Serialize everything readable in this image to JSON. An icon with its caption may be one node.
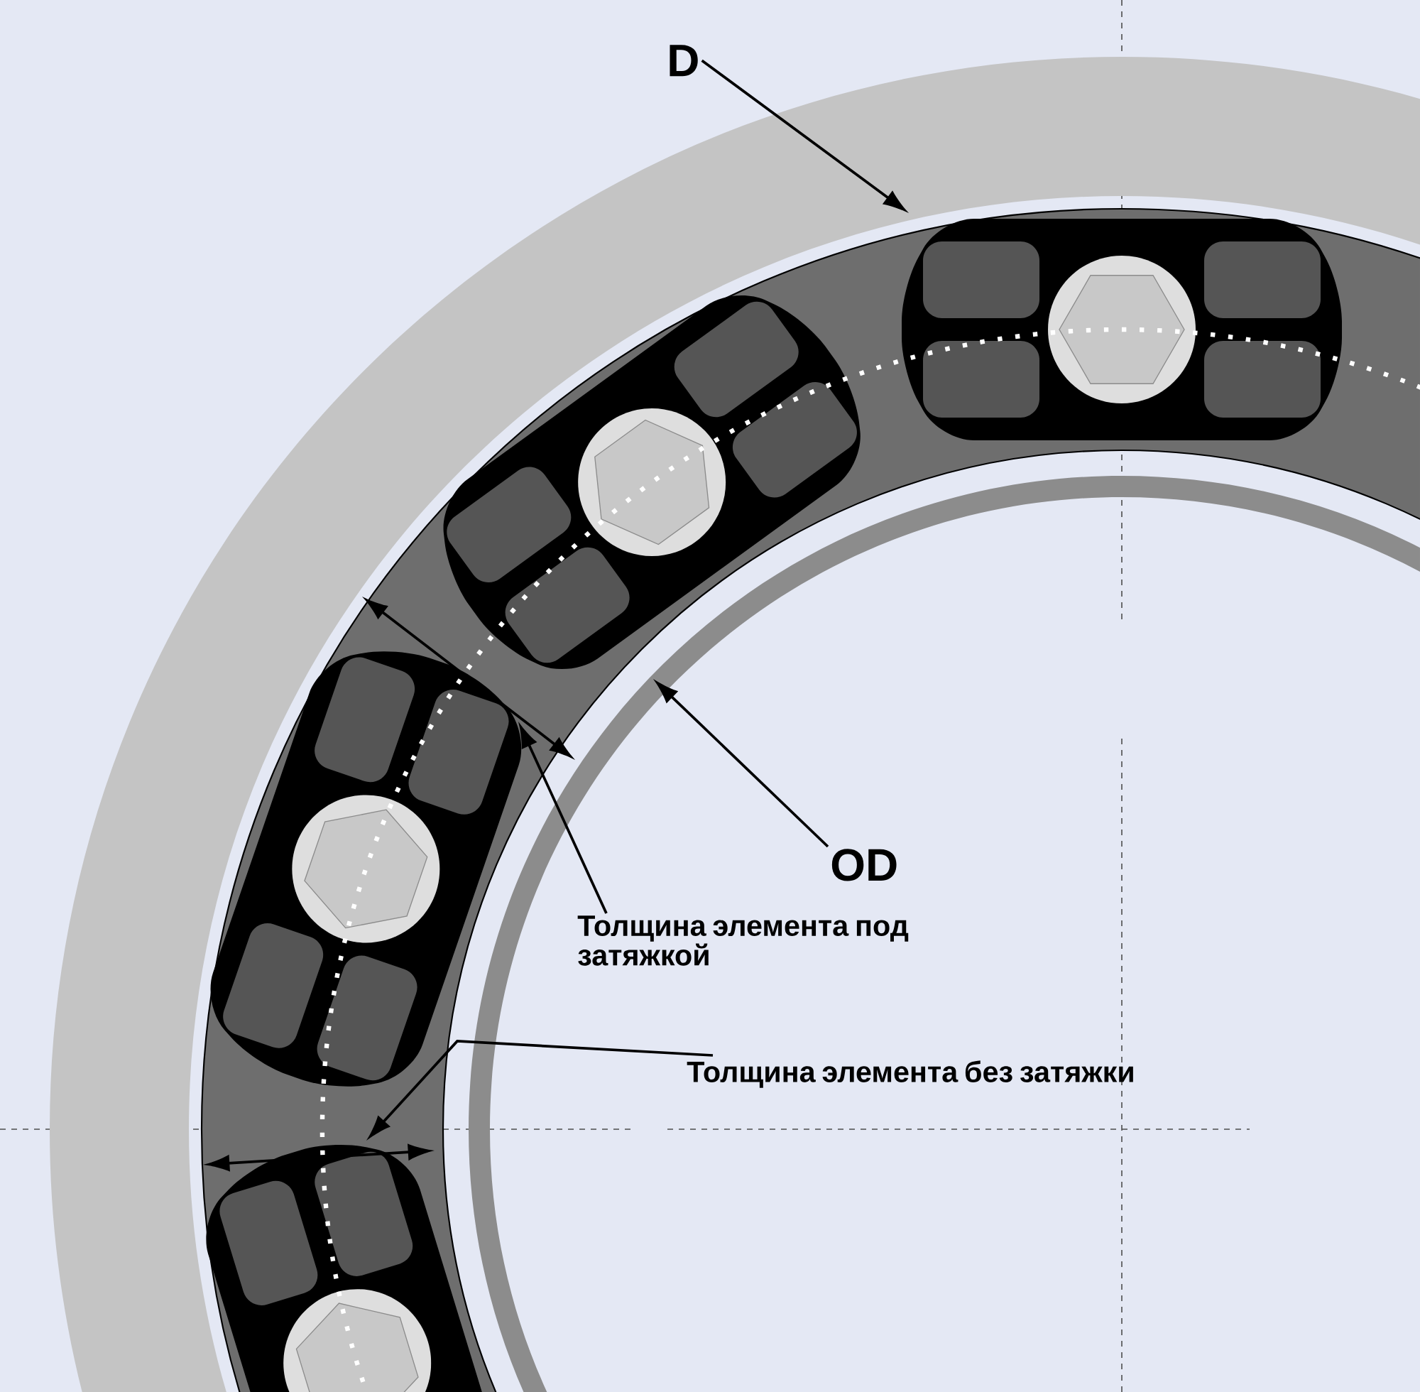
{
  "diagram": {
    "nodes": [
      {
        "text": [
          "D"
        ]
      },
      {
        "text": [
          "OD"
        ]
      },
      {
        "text": [
          "Толщина элемента под затяжкой"
        ]
      },
      {
        "text": [
          "Толщина элемента без затяжки"
        ]
      }
    ],
    "edges": [
      {
        "from": 0,
        "to": null,
        "arrow": "to"
      },
      {
        "from": 1,
        "to": null,
        "arrow": "to"
      },
      {
        "from": 2,
        "to": null,
        "arrow": "to"
      },
      {
        "from": 3,
        "to": null,
        "arrow": "to"
      }
    ]
  }
}
